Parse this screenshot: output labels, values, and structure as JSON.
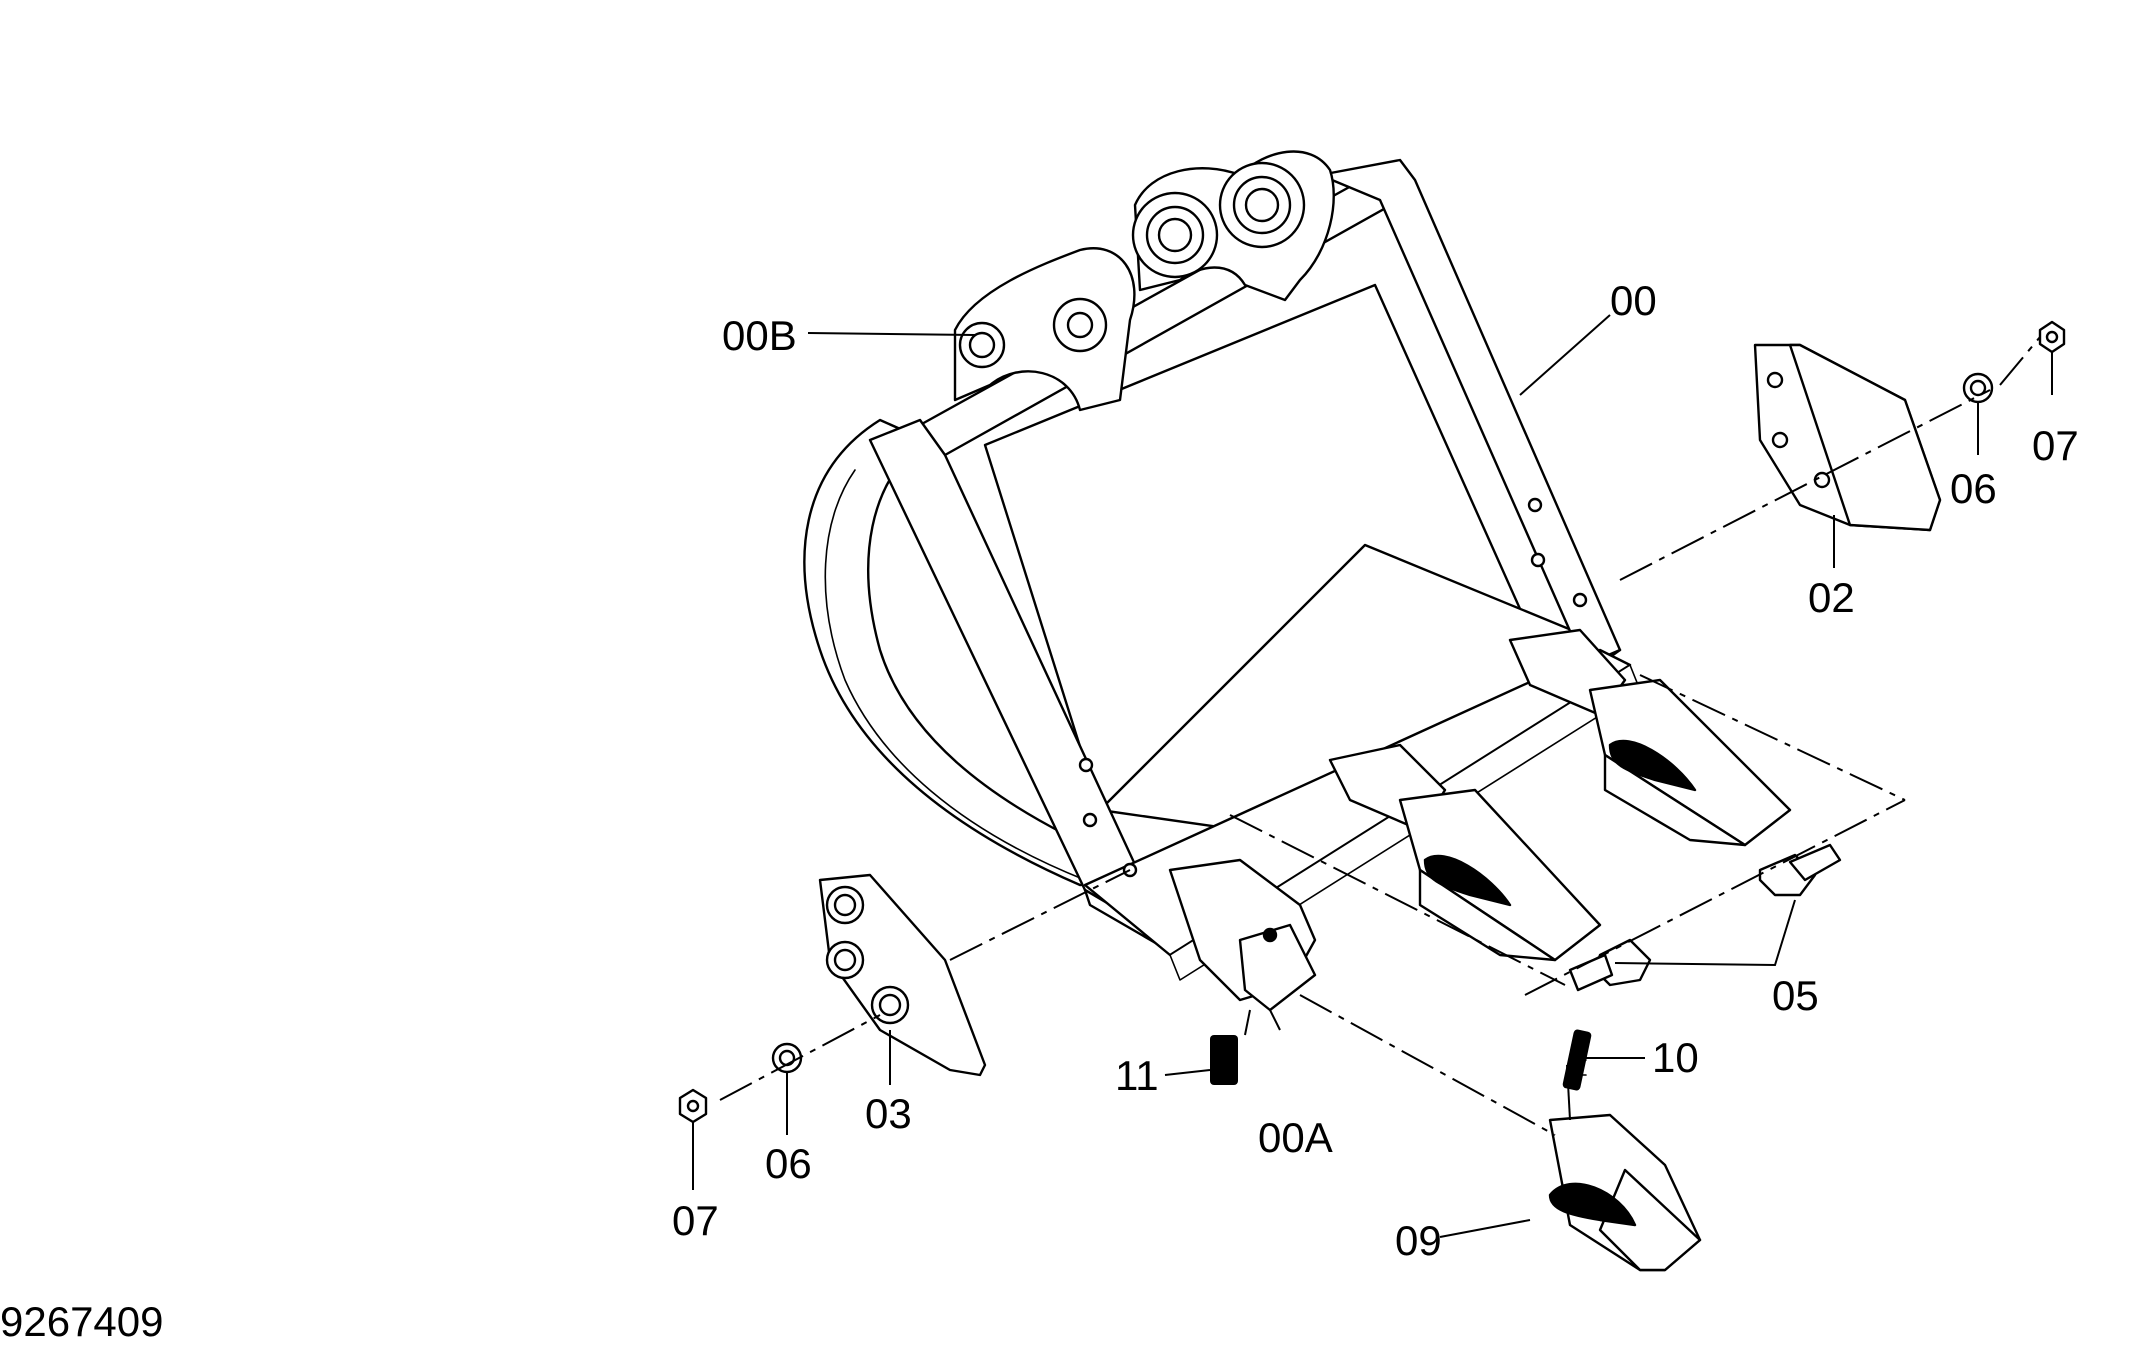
{
  "drawing": {
    "number": "9267409",
    "type": "exploded parts diagram"
  },
  "callouts": [
    {
      "id": "00",
      "part": "bucket"
    },
    {
      "id": "00A",
      "part": "tooth-adapter"
    },
    {
      "id": "00B",
      "part": "boss-bushing"
    },
    {
      "id": "02",
      "part": "side-cutter-right"
    },
    {
      "id": "03",
      "part": "side-cutter-left"
    },
    {
      "id": "05",
      "part": "bolt"
    },
    {
      "id": "06",
      "part": "washer"
    },
    {
      "id": "06",
      "part": "washer"
    },
    {
      "id": "07",
      "part": "nut"
    },
    {
      "id": "07",
      "part": "nut"
    },
    {
      "id": "09",
      "part": "tooth-point"
    },
    {
      "id": "10",
      "part": "lock-pin"
    },
    {
      "id": "11",
      "part": "lock-pin"
    }
  ]
}
